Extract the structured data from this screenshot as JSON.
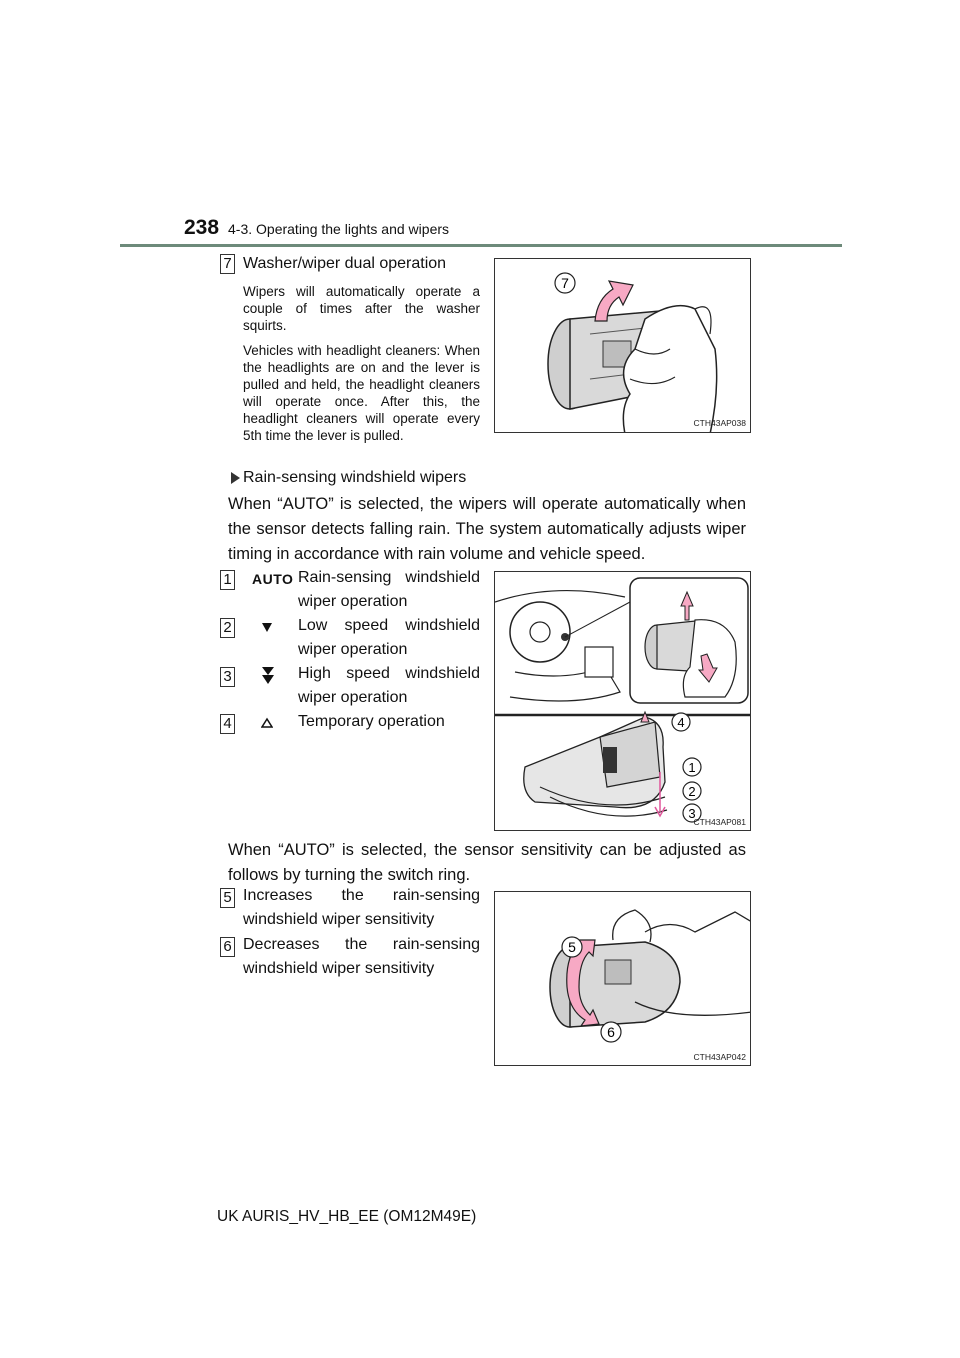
{
  "header": {
    "page_number": "238",
    "section": "4-3. Operating the lights and wipers"
  },
  "washer": {
    "num": "7",
    "title": "Washer/wiper dual operation",
    "para1": "Wipers will automatically operate a couple of times after the washer squirts.",
    "para2": "Vehicles with headlight cleaners: When the headlights are on and the lever is pulled and held, the headlight cleaners will operate once. After this, the headlight cleaners will operate every 5th time the lever is pulled.",
    "figure_code": "CTH43AP038",
    "callout": "7"
  },
  "rain": {
    "bullet_title": "Rain-sensing windshield wipers",
    "intro": "When “AUTO” is selected, the wipers will operate automatically when the sensor detects falling rain. The system automatically adjusts wiper timing in accordance with rain volume and vehicle speed.",
    "items": [
      {
        "num": "1",
        "symbol": "AUTO",
        "line1": "Rain-sensing windshield",
        "line2": "wiper operation"
      },
      {
        "num": "2",
        "line1": "Low speed windshield",
        "line2": "wiper operation"
      },
      {
        "num": "3",
        "line1": "High speed windshield",
        "line2": "wiper operation"
      },
      {
        "num": "4",
        "line1": "Temporary operation"
      }
    ],
    "figure_code": "CTH43AP081",
    "callouts": [
      "4",
      "1",
      "2",
      "3"
    ]
  },
  "sensitivity": {
    "intro": "When “AUTO” is selected, the sensor sensitivity can be adjusted as follows by turning the switch ring.",
    "items": [
      {
        "num": "5",
        "line1": "Increases the rain-sensing",
        "line2": "windshield wiper sensitivity"
      },
      {
        "num": "6",
        "line1": "Decreases the rain-sensing",
        "line2": "windshield wiper sensitivity"
      }
    ],
    "figure_code": "CTH43AP042",
    "callouts": [
      "5",
      "6"
    ]
  },
  "footer": {
    "doc_id": "UK AURIS_HV_HB_EE (OM12M49E)"
  },
  "colors": {
    "rule": "#6d8a7a",
    "arrow": "#f7a9c4"
  }
}
